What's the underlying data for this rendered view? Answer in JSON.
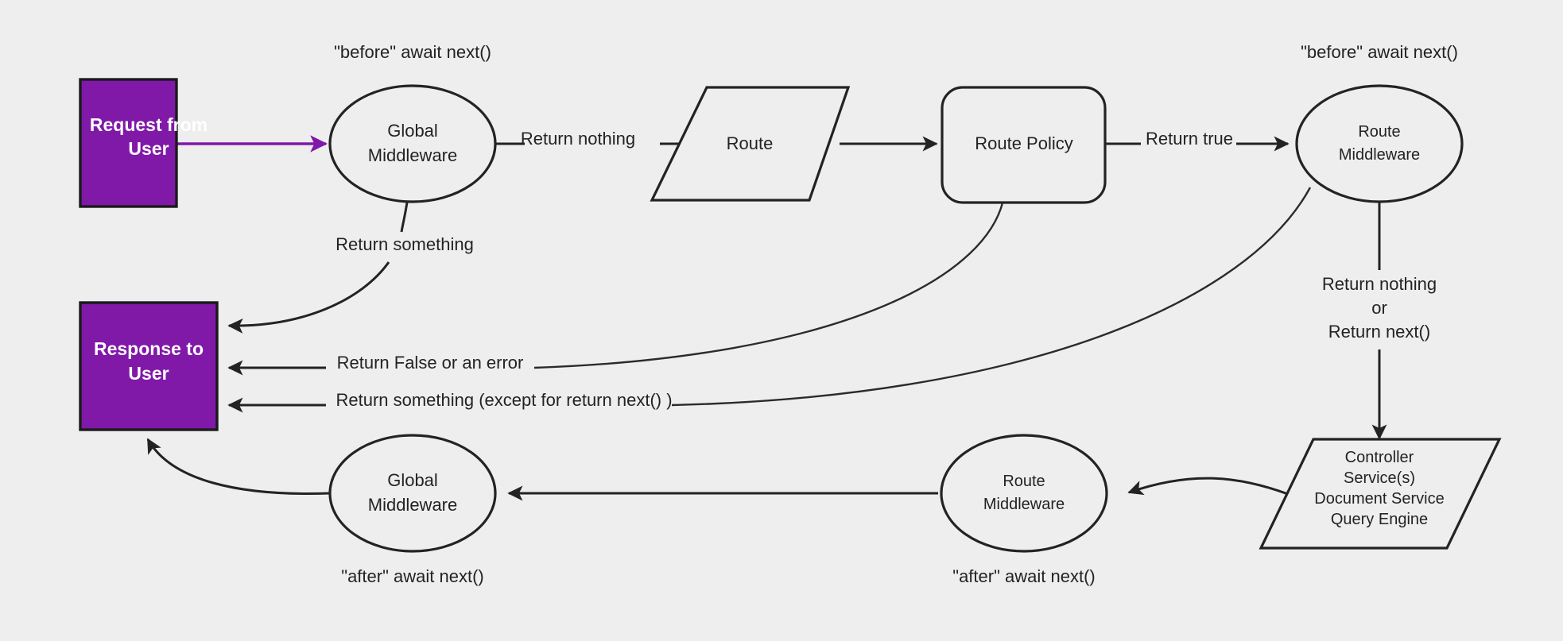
{
  "diagram": {
    "title": "Request / Response middleware lifecycle flow",
    "background_color": "#eeeeee",
    "accent_color": "#8019a8",
    "stroke_color": "#232323",
    "nodes": {
      "request_box": {
        "line1": "Request from",
        "line2": "User",
        "shape": "rectangle",
        "fill": "#8019a8"
      },
      "response_box": {
        "line1": "Response to",
        "line2": "User",
        "shape": "rectangle",
        "fill": "#8019a8"
      },
      "global_mw_top": {
        "line1": "Global",
        "line2": "Middleware",
        "shape": "ellipse"
      },
      "route": {
        "line1": "Route",
        "shape": "parallelogram"
      },
      "route_policy": {
        "line1": "Route Policy",
        "shape": "rounded-rectangle"
      },
      "route_mw_top": {
        "line1": "Route",
        "line2": "Middleware",
        "shape": "ellipse"
      },
      "controller": {
        "line1": "Controller",
        "line2": "Service(s)",
        "line3": "Document Service",
        "line4": "Query Engine",
        "shape": "parallelogram"
      },
      "route_mw_bottom": {
        "line1": "Route",
        "line2": "Middleware",
        "shape": "ellipse"
      },
      "global_mw_bottom": {
        "line1": "Global",
        "line2": "Middleware",
        "shape": "ellipse"
      }
    },
    "annotations": {
      "before_global": "\"before\" await next()",
      "before_route_mw": "\"before\" await next()",
      "after_global": "\"after\" await next()",
      "after_route_mw": "\"after\" await next()"
    },
    "edges": {
      "request_to_global": "",
      "global_return_nothing": "Return nothing",
      "global_return_something": "Return something",
      "route_to_policy": "",
      "policy_return_true": "Return true",
      "policy_return_false": "Return False or an error",
      "route_mw_return_something": "Return something (except for return next() )",
      "route_mw_next_l1": "Return nothing",
      "route_mw_next_l2": "or",
      "route_mw_next_l3": "Return next()"
    }
  }
}
